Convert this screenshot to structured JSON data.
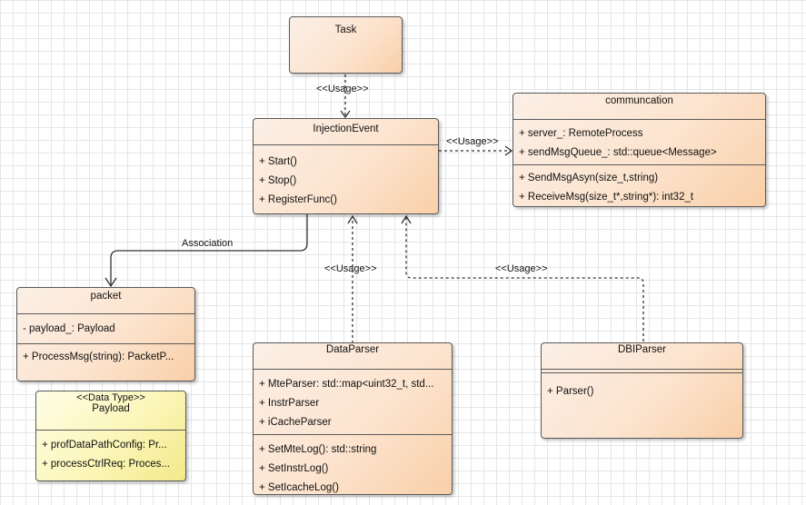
{
  "classes": {
    "task": {
      "name": "Task"
    },
    "injection_event": {
      "name": "InjectionEvent",
      "operations": [
        "+ Start()",
        "+ Stop()",
        "+ RegisterFunc()"
      ]
    },
    "communcation": {
      "name": "communcation",
      "attributes": [
        "+ server_: RemoteProcess",
        "+ sendMsgQueue_: std::queue<Message>"
      ],
      "operations": [
        "+ SendMsgAsyn(size_t,string)",
        "+ ReceiveMsg(size_t*,string*): int32_t"
      ]
    },
    "packet": {
      "name": "packet",
      "attributes": [
        "- payload_: Payload"
      ],
      "operations": [
        "+ ProcessMsg(string): PacketP..."
      ]
    },
    "payload": {
      "stereotype": "<<Data Type>>",
      "name": "Payload",
      "attributes": [
        "+ profDataPathConfig: Pr...",
        "+ processCtrlReq: Proces..."
      ]
    },
    "data_parser": {
      "name": "DataParser",
      "attributes": [
        "+ MteParser: std::map<uint32_t, std...",
        "+ InstrParser",
        "+ iCacheParser"
      ],
      "operations": [
        "+ SetMteLog(): std::string",
        "+ SetInstrLog()",
        "+ SetIcacheLog()"
      ]
    },
    "dbi_parser": {
      "name": "DBIParser",
      "operations": [
        "+ Parser()"
      ]
    }
  },
  "edges": {
    "task_usage": "<<Usage>>",
    "communcation_usage": "<<Usage>>",
    "association": "Association",
    "dataparser_usage": "<<Usage>>",
    "dbiparser_usage": "<<Usage>>"
  },
  "colors": {
    "class_fill": "#fce4cf",
    "datatype_fill": "#fbf6b8",
    "border": "#5a5a5a",
    "grid": "#e6e6e6"
  }
}
